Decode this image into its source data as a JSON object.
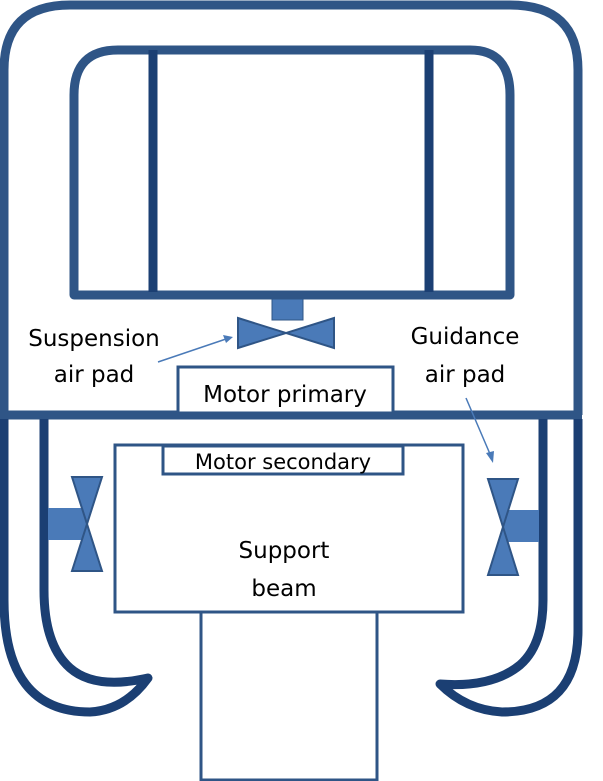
{
  "diagram": {
    "title": "Maglev-style vehicle cross-section with air pads",
    "colors": {
      "outline": "#2f5586",
      "dark_outline": "#1b3f73",
      "pad_fill": "#4a7ab8",
      "pad_stroke": "#2f5586",
      "text": "#000000",
      "background": "#ffffff"
    },
    "labels": {
      "suspension_line1": "Suspension",
      "suspension_line2": "air pad",
      "guidance_line1": "Guidance",
      "guidance_line2": "air pad",
      "motor_primary": "Motor primary",
      "motor_secondary": "Motor secondary",
      "support_line1": "Support",
      "support_line2": "beam"
    },
    "components": [
      "vehicle body outer shell",
      "passenger cabin",
      "suspension air pad",
      "motor primary",
      "motor secondary",
      "support beam",
      "left guidance air pad",
      "right guidance air pad",
      "left hook arm",
      "right hook arm"
    ]
  }
}
